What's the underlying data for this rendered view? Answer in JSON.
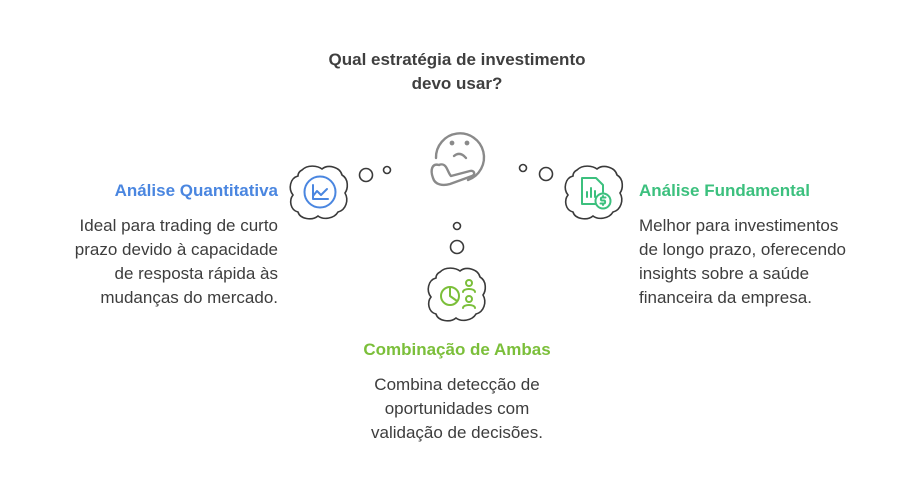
{
  "title": "Qual estratégia de investimento devo usar?",
  "title_lines": [
    "Qual estratégia de investimento",
    "devo usar?"
  ],
  "center": {
    "icon": "thinking-face-icon"
  },
  "options": {
    "left": {
      "heading": "Análise Quantitativa",
      "description": "Ideal para trading de curto prazo devido à capacidade de resposta rápida às mudanças do mercado.",
      "lines": [
        "Ideal para trading de curto",
        "prazo devido à capacidade",
        "de resposta rápida às",
        "mudanças do mercado."
      ],
      "icon": "line-chart-icon",
      "color": "#4a86e0"
    },
    "right": {
      "heading": "Análise Fundamental",
      "description": "Melhor para investimentos de longo prazo, oferecendo insights sobre a saúde financeira da empresa.",
      "lines": [
        "Melhor para investimentos",
        "de longo prazo, oferecendo",
        "insights sobre a saúde",
        "financeira da empresa."
      ],
      "icon": "financial-report-dollar-icon",
      "color": "#3cc07e"
    },
    "bottom": {
      "heading": "Combinação de Ambas",
      "description": "Combina detecção de oportunidades com validação de decisões.",
      "lines": [
        "Combina detecção de",
        "oportunidades com",
        "validação de decisões."
      ],
      "icon": "pie-chart-people-icon",
      "color": "#7bbf3a"
    }
  },
  "colors": {
    "title": "#3f3f3f",
    "body": "#3d3d3d",
    "outline": "#3a3a3a",
    "face": "#8a8a8a"
  }
}
